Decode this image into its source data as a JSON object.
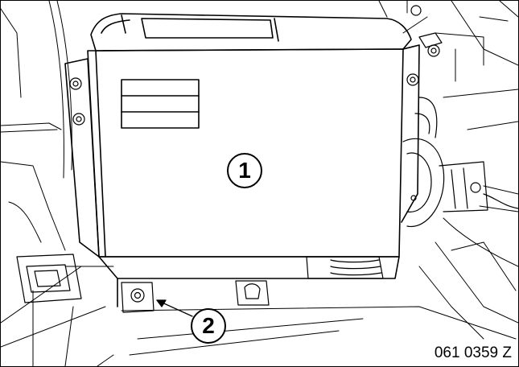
{
  "diagram": {
    "callouts": [
      {
        "id": "1",
        "label": "1",
        "target": "control-unit"
      },
      {
        "id": "2",
        "label": "2",
        "target": "mounting-bolt"
      }
    ],
    "figure_code": "061 0359 Z"
  }
}
